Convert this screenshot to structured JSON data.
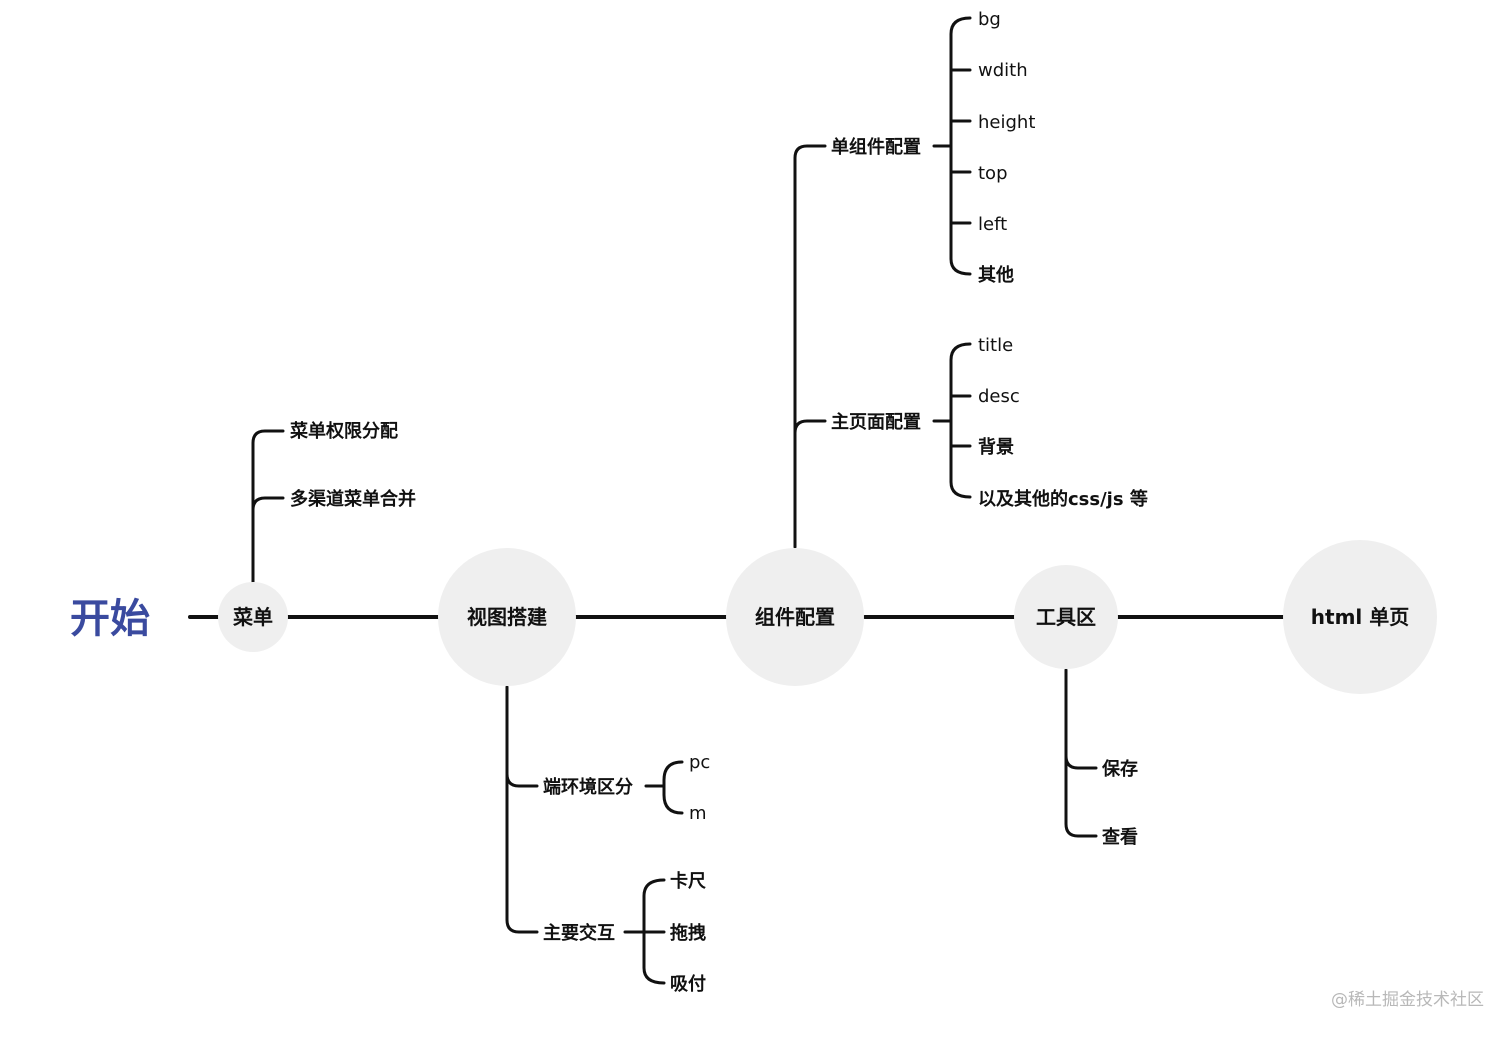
{
  "diagram": {
    "root": {
      "label": "开始",
      "color": "#3a4a9f"
    },
    "main_nodes": [
      {
        "id": "menu",
        "label": "菜单"
      },
      {
        "id": "view",
        "label": "视图搭建"
      },
      {
        "id": "comp",
        "label": "组件配置"
      },
      {
        "id": "tools",
        "label": "工具区"
      },
      {
        "id": "html",
        "label": "html 单页"
      }
    ],
    "menu_children": [
      {
        "label": "菜单权限分配"
      },
      {
        "label": "多渠道菜单合并"
      }
    ],
    "view_children": [
      {
        "label": "端环境区分",
        "children": [
          {
            "label": "pc"
          },
          {
            "label": "m"
          }
        ]
      },
      {
        "label": "主要交互",
        "children": [
          {
            "label": "卡尺"
          },
          {
            "label": "拖拽"
          },
          {
            "label": "吸付"
          }
        ]
      }
    ],
    "comp_children": [
      {
        "label": "单组件配置",
        "children": [
          {
            "label": "bg"
          },
          {
            "label": "wdith"
          },
          {
            "label": "height"
          },
          {
            "label": "top"
          },
          {
            "label": "left"
          },
          {
            "label": "其他"
          }
        ]
      },
      {
        "label": "主页面配置",
        "children": [
          {
            "label": "title"
          },
          {
            "label": "desc"
          },
          {
            "label": "背景"
          },
          {
            "label": "以及其他的css/js 等"
          }
        ]
      }
    ],
    "tools_children": [
      {
        "label": "保存"
      },
      {
        "label": "查看"
      }
    ]
  },
  "watermark": "@稀土掘金技术社区",
  "colors": {
    "line": "#111111",
    "bubble": "#efefef",
    "root_text": "#3a4a9f",
    "watermark": "#b8b8b8"
  }
}
